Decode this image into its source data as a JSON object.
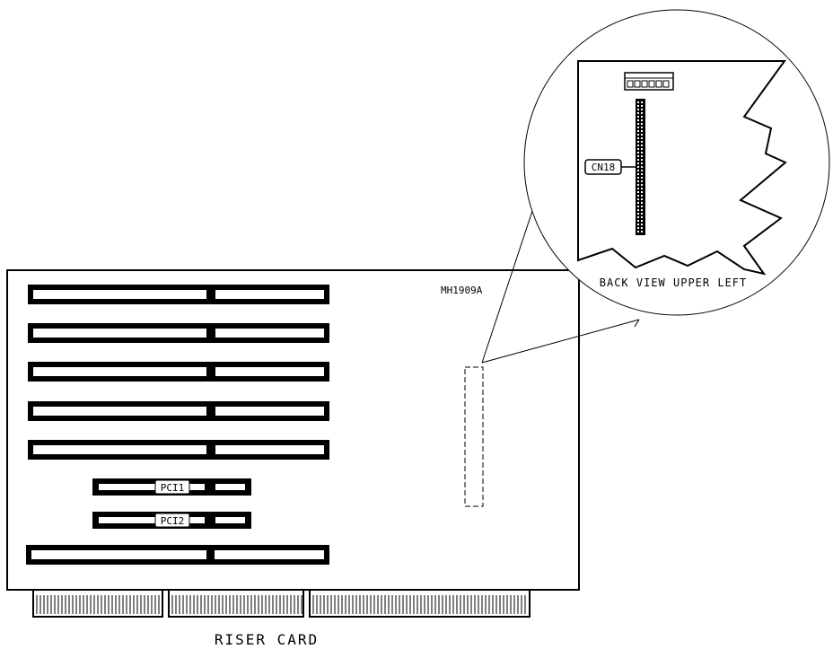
{
  "board": {
    "model": "MH1909A",
    "caption": "RISER CARD",
    "slots": [
      {
        "label": ""
      },
      {
        "label": ""
      },
      {
        "label": ""
      },
      {
        "label": ""
      },
      {
        "label": ""
      },
      {
        "label": "PCI1"
      },
      {
        "label": "PCI2"
      },
      {
        "label": ""
      }
    ]
  },
  "detail": {
    "caption": "BACK VIEW UPPER LEFT",
    "connector_label": "CN18"
  },
  "colors": {
    "ink": "#000000",
    "paper": "#ffffff"
  }
}
